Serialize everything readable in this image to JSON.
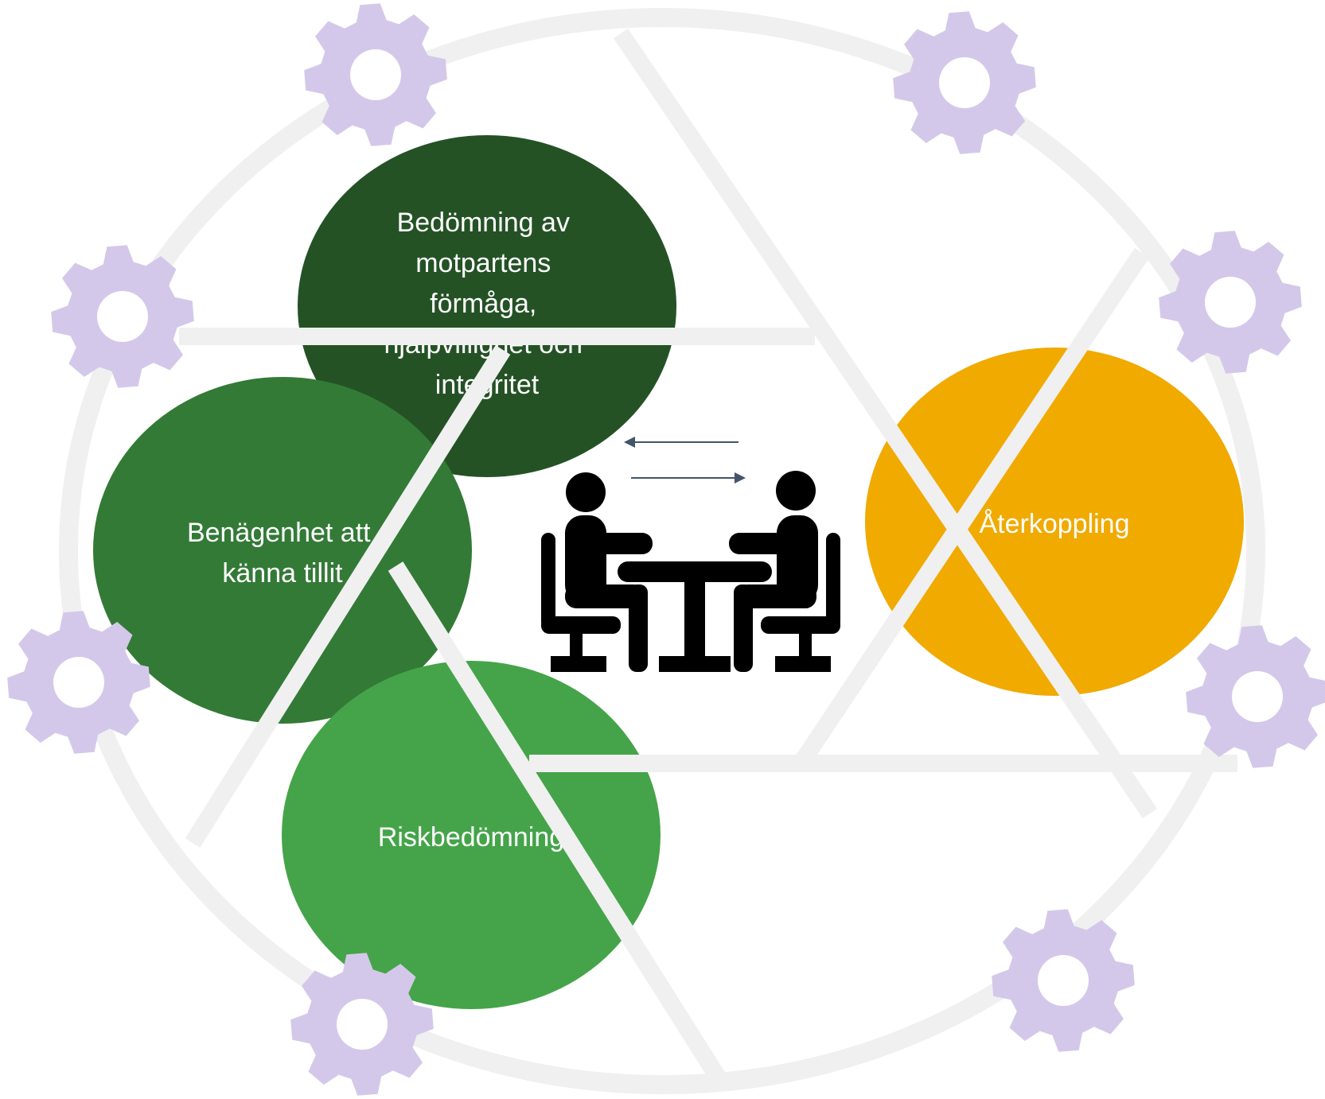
{
  "bubbles": [
    {
      "id": "assessment",
      "lines": [
        "Bedömning av",
        "motpartens",
        "förmåga,",
        "hjälpvillighet och",
        "integritet"
      ],
      "color": "#245225"
    },
    {
      "id": "propensity",
      "lines": [
        "Benägenhet att",
        "känna tillit"
      ],
      "color": "#337a37"
    },
    {
      "id": "risk",
      "lines": [
        "Riskbedömning"
      ],
      "color": "#45a449"
    },
    {
      "id": "feedback",
      "lines": [
        "Återkoppling"
      ],
      "color": "#f0aa00"
    }
  ],
  "colors": {
    "ring": "#f0f0f0",
    "gear": "#d4c8ea",
    "icon": "#000000",
    "arrow": "#44546a"
  },
  "icons": {
    "center": "two-people-meeting-at-table-icon",
    "decoration": "gear-icon"
  }
}
